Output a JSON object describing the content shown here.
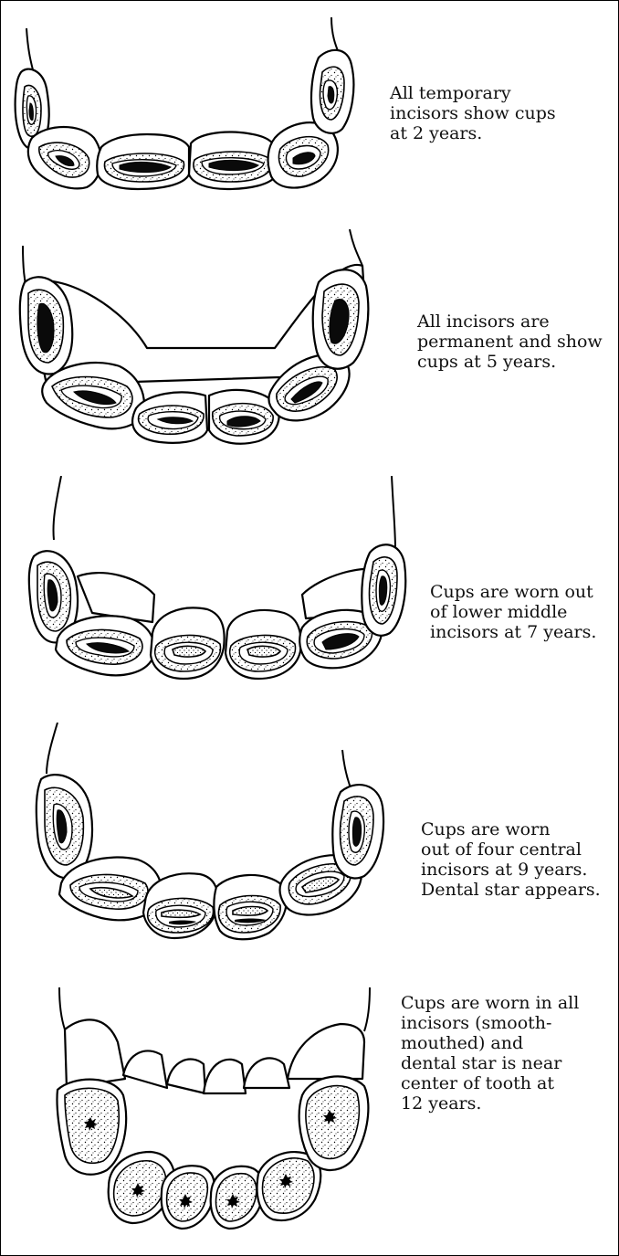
{
  "stages": [
    {
      "id": "age-2",
      "caption": [
        "All temporary",
        "incisors show cups",
        "at 2 years."
      ]
    },
    {
      "id": "age-5",
      "caption": [
        "All incisors are",
        "permanent and show",
        "cups at 5 years."
      ]
    },
    {
      "id": "age-7",
      "caption": [
        "Cups are worn out",
        "of lower middle",
        "incisors at 7 years."
      ]
    },
    {
      "id": "age-9",
      "caption": [
        "Cups are worn",
        "out of four central",
        "incisors at 9 years.",
        "Dental star appears."
      ]
    },
    {
      "id": "age-12",
      "caption": [
        "Cups are worn in all",
        "incisors (smooth-",
        "mouthed) and",
        "dental star is near",
        "center of tooth at",
        "12 years."
      ]
    }
  ],
  "colors": {
    "ink": "#000000",
    "paper": "#ffffff"
  }
}
